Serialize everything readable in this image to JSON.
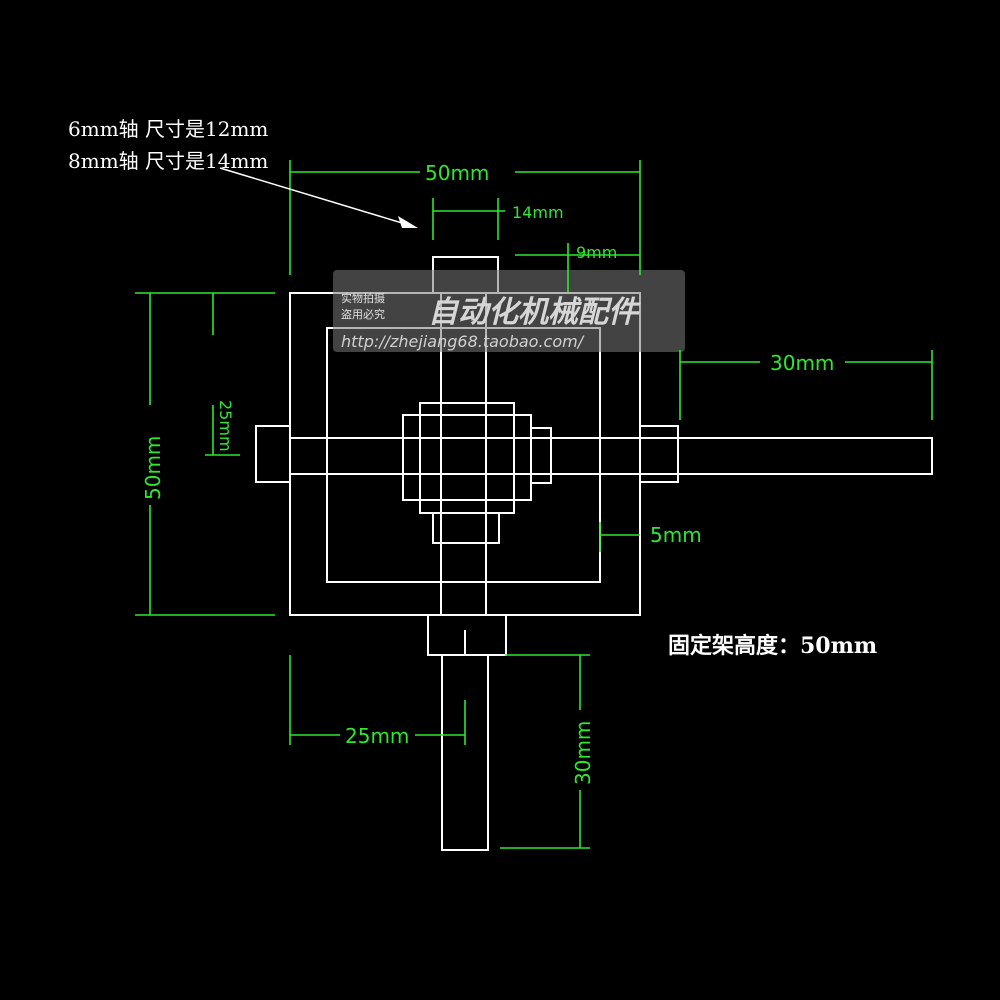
{
  "notes": {
    "shaft6": "6mm轴 尺寸是12mm",
    "shaft8": "8mm轴 尺寸是14mm",
    "frame_height": "固定架高度：50mm"
  },
  "dimensions": {
    "top_width": "50mm",
    "shaft_14": "14mm",
    "gap_9": "9mm",
    "side_25": "25mm",
    "height_50": "50mm",
    "shaft_30_right": "30mm",
    "wall_5": "5mm",
    "bottom_25": "25mm",
    "shaft_30_bottom": "30mm"
  },
  "watermark": {
    "line1": "实物拍摄",
    "line2": "盗用必究",
    "brand": "自动化机械配件",
    "url": "http://zhejiang68.taobao.com/"
  },
  "colors": {
    "background": "#000000",
    "part": "#ffffff",
    "dimension": "#2ee82e"
  }
}
